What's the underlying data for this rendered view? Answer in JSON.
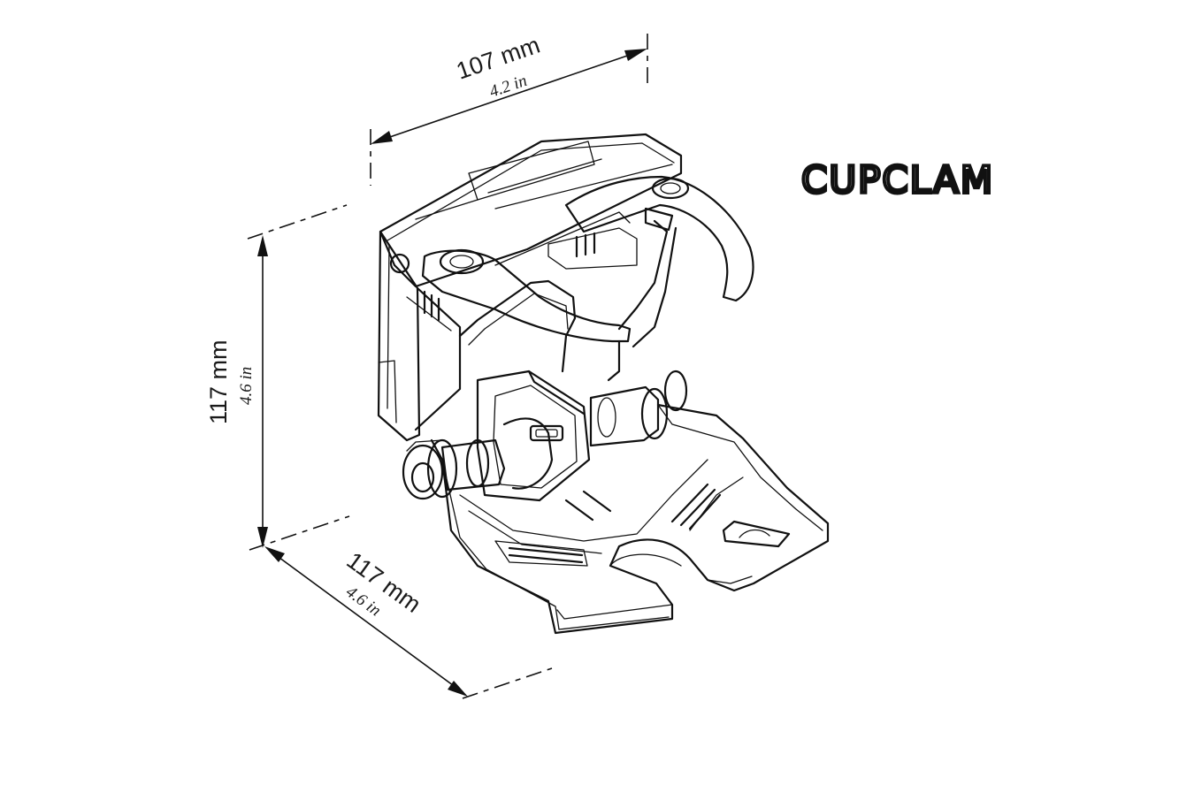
{
  "brand": {
    "name": "CUPCLAM"
  },
  "dimensions": {
    "width": {
      "mm": "107 mm",
      "in": "4.2 in"
    },
    "height": {
      "mm": "117 mm",
      "in": "4.6 in"
    },
    "depth": {
      "mm": "117 mm",
      "in": "4.6 in"
    }
  }
}
